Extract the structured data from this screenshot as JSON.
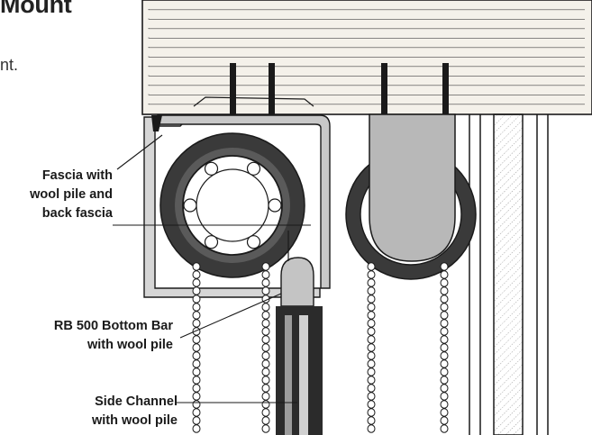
{
  "heading": {
    "text": "Mount"
  },
  "body": {
    "fragment": "nt."
  },
  "callouts": {
    "fascia": {
      "lines": [
        "Fascia with",
        "wool  pile and",
        "back fascia"
      ]
    },
    "bottom_bar": {
      "lines": [
        "RB 500 Bottom Bar",
        "with wool pile"
      ]
    },
    "side_channel": {
      "lines": [
        "Side Channel",
        "with wool pile"
      ]
    }
  },
  "colors": {
    "wood": "#f4f1ea",
    "line": "#1a1a1a",
    "roll_dark": "#3a3a3a",
    "metal": "#b8b8b8",
    "bottom_bar": "#c4c4c4",
    "channel": "#2b2b2b"
  }
}
